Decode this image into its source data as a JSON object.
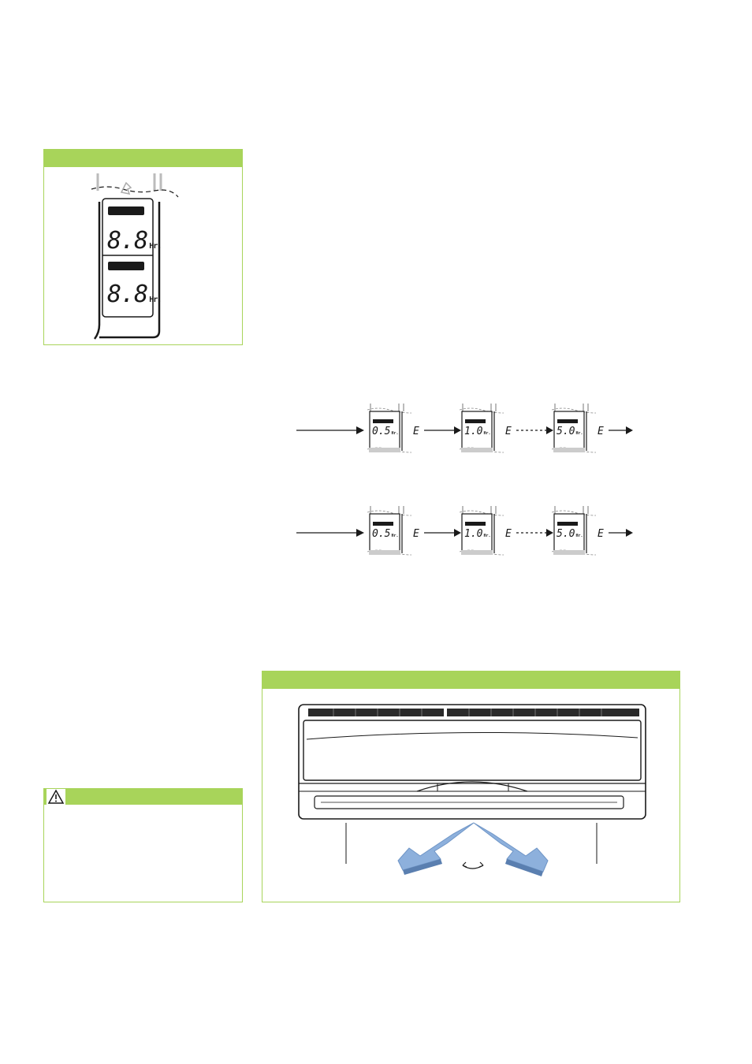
{
  "timer_panel": {
    "digits_top": "8.8",
    "digits_bottom": "8.8",
    "unit_top": "Hr.",
    "unit_bottom": "Hr."
  },
  "sequence_rows": [
    {
      "steps": [
        {
          "value": "0.5",
          "unit": "Hr."
        },
        {
          "value": "1.0",
          "unit": "Hr."
        },
        {
          "value": "5.0",
          "unit": "Hr."
        }
      ]
    },
    {
      "steps": [
        {
          "value": "0.5",
          "unit": "Hr."
        },
        {
          "value": "1.0",
          "unit": "Hr."
        },
        {
          "value": "5.0",
          "unit": "Hr."
        }
      ]
    }
  ],
  "step_marker": "E",
  "warning_box": {
    "icon": "warning-triangle-icon"
  },
  "colors": {
    "accent_green": "#a8d45a",
    "airflow_blue": "#8db0dc",
    "line_dark": "#1a1a1a"
  }
}
